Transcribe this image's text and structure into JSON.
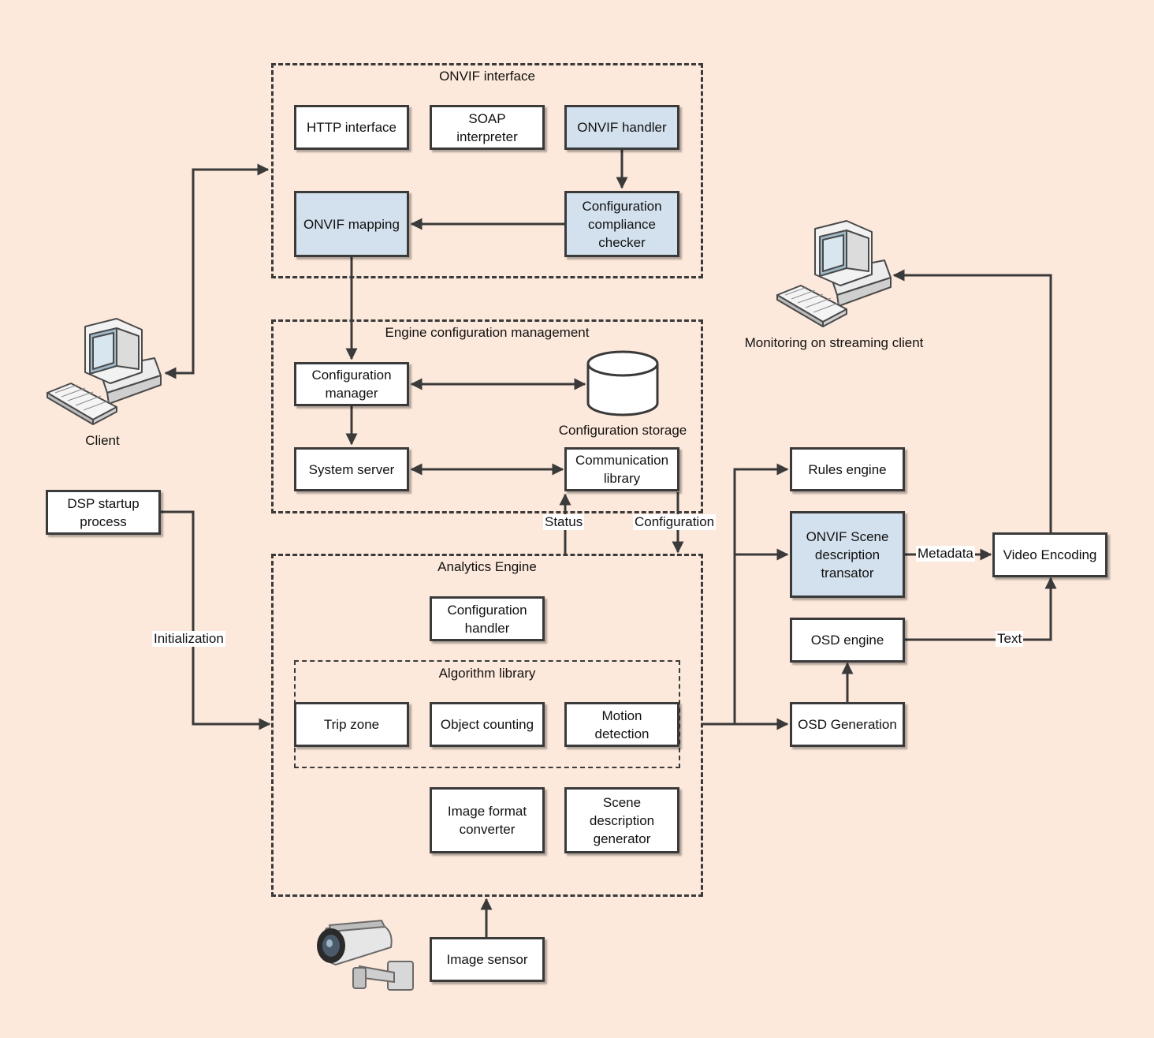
{
  "groups": {
    "onvif_interface": "ONVIF interface",
    "engine_config": "Engine configuration management",
    "analytics_engine": "Analytics Engine",
    "algorithm_library": "Algorithm library"
  },
  "boxes": {
    "http_interface": "HTTP interface",
    "soap_interpreter": "SOAP\ninterpreter",
    "onvif_handler": "ONVIF handler",
    "onvif_mapping": "ONVIF mapping",
    "config_checker": "Configuration\ncompliance\nchecker",
    "config_manager": "Configuration\nmanager",
    "system_server": "System server",
    "comm_library": "Communication\nlibrary",
    "config_handler": "Configuration\nhandler",
    "trip_zone": "Trip zone",
    "object_counting": "Object counting",
    "motion_detection": "Motion\ndetection",
    "image_format": "Image format\nconverter",
    "scene_generator": "Scene\ndescription\ngenerator",
    "image_sensor": "Image sensor",
    "dsp_startup": "DSP startup\nprocess",
    "rules_engine": "Rules engine",
    "onvif_scene": "ONVIF Scene\ndescription\ntransator",
    "osd_engine": "OSD engine",
    "osd_generation": "OSD Generation",
    "video_encoding": "Video Encoding"
  },
  "labels": {
    "client": "Client",
    "monitoring": "Monitoring on streaming client",
    "config_storage": "Configuration storage"
  },
  "edge_labels": {
    "status": "Status",
    "configuration": "Configuration",
    "initialization": "Initialization",
    "metadata": "Metadata",
    "text": "Text"
  },
  "icons": {
    "client_computer": "desktop-computer-icon",
    "monitoring_computer": "desktop-computer-icon",
    "config_storage": "database-cylinder-icon",
    "camera": "security-camera-icon"
  },
  "colors": {
    "background": "#fde9db",
    "box_fill": "#ffffff",
    "highlight_fill": "#d3e1ee",
    "line": "#3a3a3a"
  }
}
